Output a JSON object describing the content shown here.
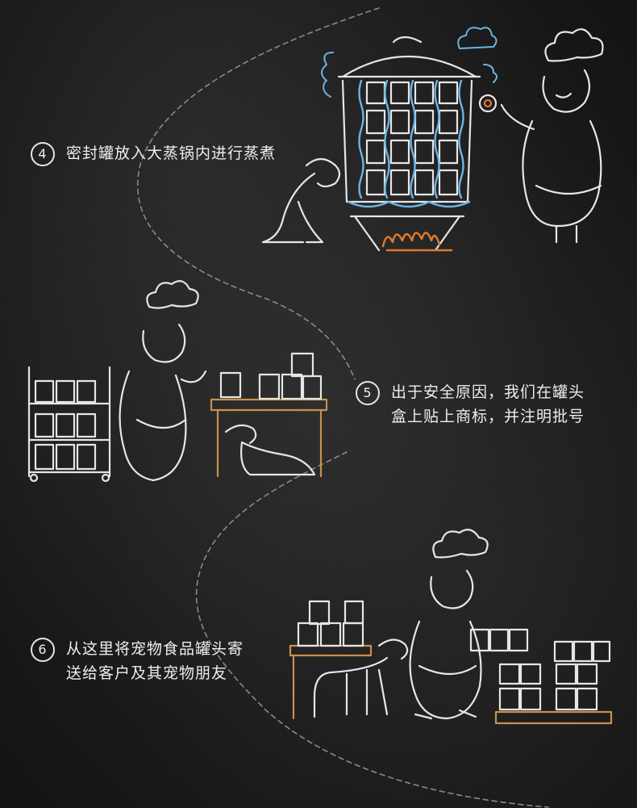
{
  "steps": [
    {
      "number": "4",
      "lines": [
        "密封罐放入大蒸锅内进行蒸煮"
      ]
    },
    {
      "number": "5",
      "lines": [
        "出于安全原因，我们在罐头",
        "盒上贴上商标，并注明批号"
      ]
    },
    {
      "number": "6",
      "lines": [
        "从这里将宠物食品罐头寄",
        "送给客户及其宠物朋友"
      ]
    }
  ],
  "colors": {
    "chalk": "#e6e6e6",
    "water": "#6ab6e6",
    "fire": "#e07a2c",
    "wood": "#c8914a",
    "background": "#1b1b1b"
  },
  "icons": [
    "steam-pot-icon",
    "chef-icon",
    "dog-icon",
    "fire-icon",
    "storage-rack-icon",
    "table-icon",
    "pallet-icon",
    "can-icon"
  ]
}
